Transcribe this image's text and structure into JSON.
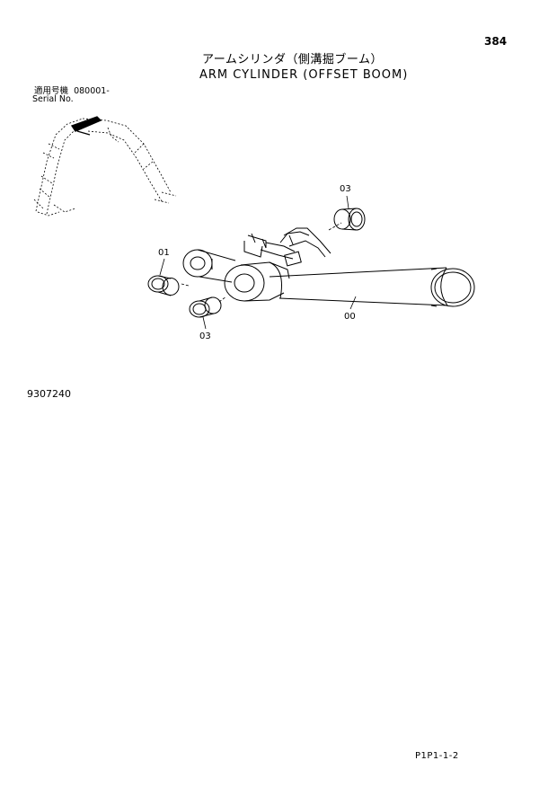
{
  "header": {
    "page_number": "384",
    "title_jp": "アームシリンダ（側溝掘ブーム）",
    "title_en": "ARM CYLINDER (OFFSET BOOM)"
  },
  "serial": {
    "label_jp": "適用号機",
    "value": "080001-",
    "label_en": "Serial No."
  },
  "callouts": {
    "c01": "01",
    "c03a": "03",
    "c03b": "03",
    "c00": "00"
  },
  "drawing_code": "9307240",
  "footer_code": "P1P1-1-2"
}
